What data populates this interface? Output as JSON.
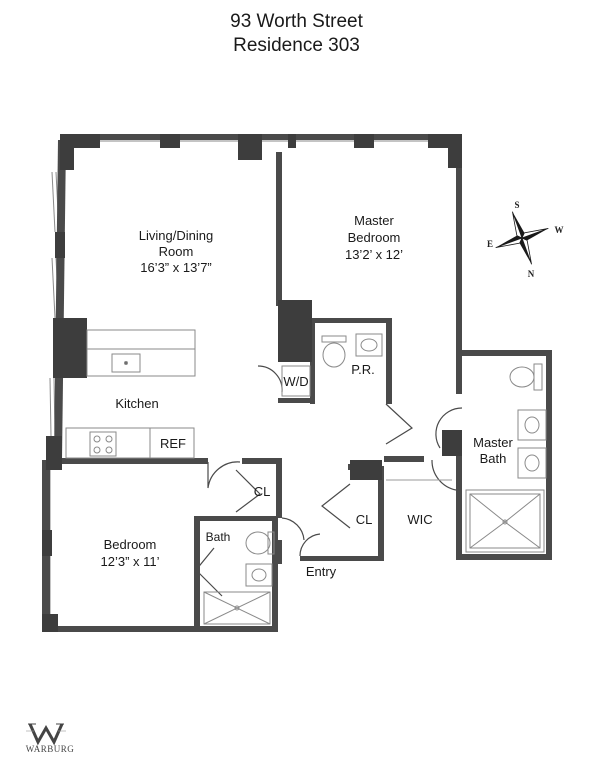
{
  "header": {
    "address": "93 Worth Street",
    "unit": "Residence 303"
  },
  "rooms": {
    "living_line1": "Living/Dining",
    "living_line2": "Room",
    "living_dims": "16’3” x 13’7”",
    "master_line1": "Master",
    "master_line2": "Bedroom",
    "master_dims": "13’2’ x 12’",
    "kitchen": "Kitchen",
    "ref": "REF",
    "wd": "W/D",
    "pr": "P.R.",
    "closet1": "CL",
    "closet2": "CL",
    "wic": "WIC",
    "master_bath_line1": "Master",
    "master_bath_line2": "Bath",
    "bedroom": "Bedroom",
    "bedroom_dims": "12’3” x 11’",
    "bath": "Bath",
    "entry": "Entry"
  },
  "compass": {
    "s": "S",
    "e": "E",
    "w": "W",
    "n": "N"
  },
  "logo": {
    "name": "WARBURG"
  },
  "colors": {
    "wall": "#4a4a4a",
    "column": "#3d3d3d",
    "fixture": "#888888"
  }
}
